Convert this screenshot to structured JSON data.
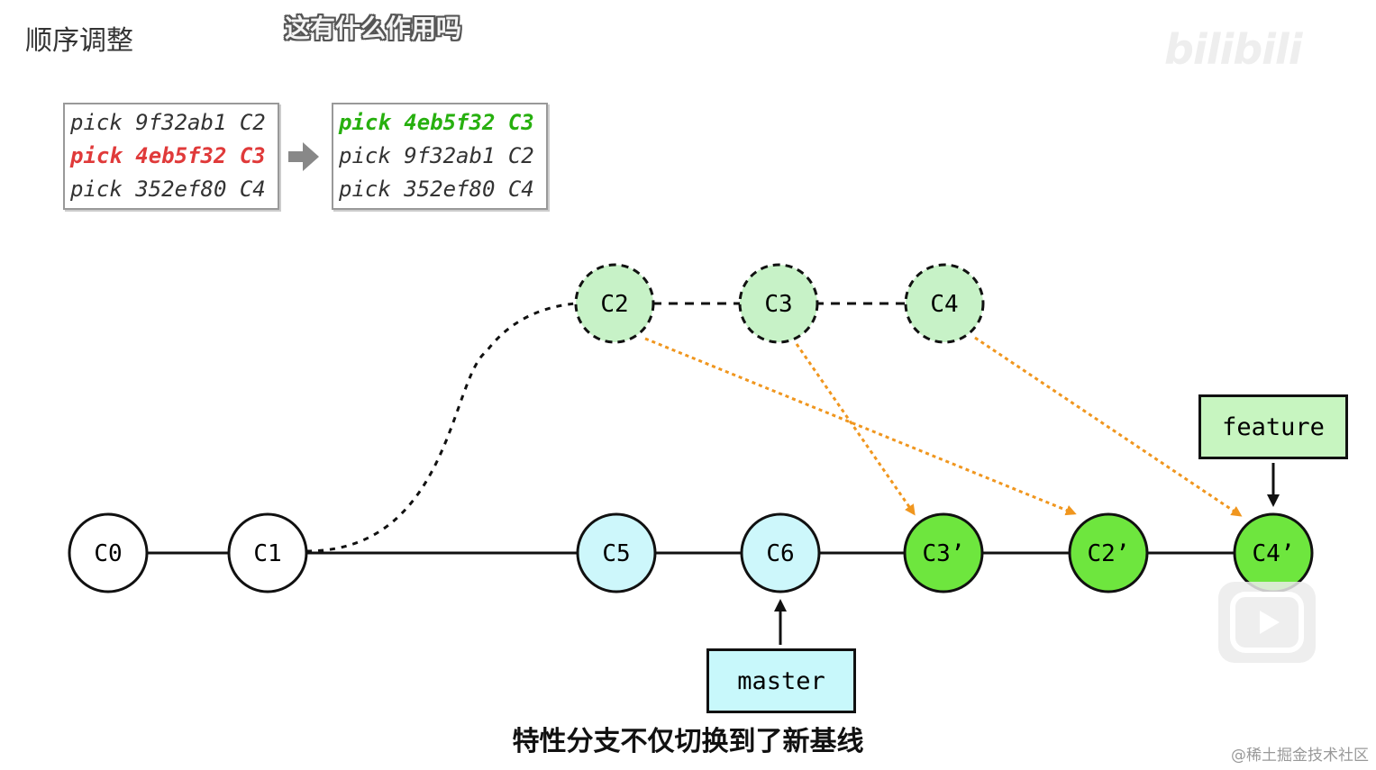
{
  "title": "顺序调整",
  "caption_top": "这有什么作用吗",
  "caption_bottom": "特性分支不仅切换到了新基线",
  "watermark": "@稀土掘金技术社区",
  "logo": "bilibili",
  "todo_before": [
    {
      "text": "pick 9f32ab1 C2",
      "style": "normal"
    },
    {
      "text": "pick 4eb5f32 C3",
      "style": "red"
    },
    {
      "text": "pick 352ef80 C4",
      "style": "normal"
    }
  ],
  "todo_after": [
    {
      "text": "pick 4eb5f32 C3",
      "style": "green"
    },
    {
      "text": "pick 9f32ab1 C2",
      "style": "normal"
    },
    {
      "text": "pick 352ef80 C4",
      "style": "normal"
    }
  ],
  "nodes": {
    "c0": "C0",
    "c1": "C1",
    "c5": "C5",
    "c6": "C6",
    "c3p": "C3’",
    "c2p": "C2’",
    "c4p": "C4’",
    "c2": "C2",
    "c3": "C3",
    "c4": "C4"
  },
  "branches": {
    "feature": "feature",
    "master": "master"
  },
  "colors": {
    "base": "#ffffff",
    "master_commit": "#cdf7fb",
    "new_commit": "#6ee63e",
    "old_commit": "#c7f2c7",
    "branch_feature": "#c7f5c0",
    "branch_master": "#c8f8fb",
    "copy_arrow": "#f0961e"
  }
}
